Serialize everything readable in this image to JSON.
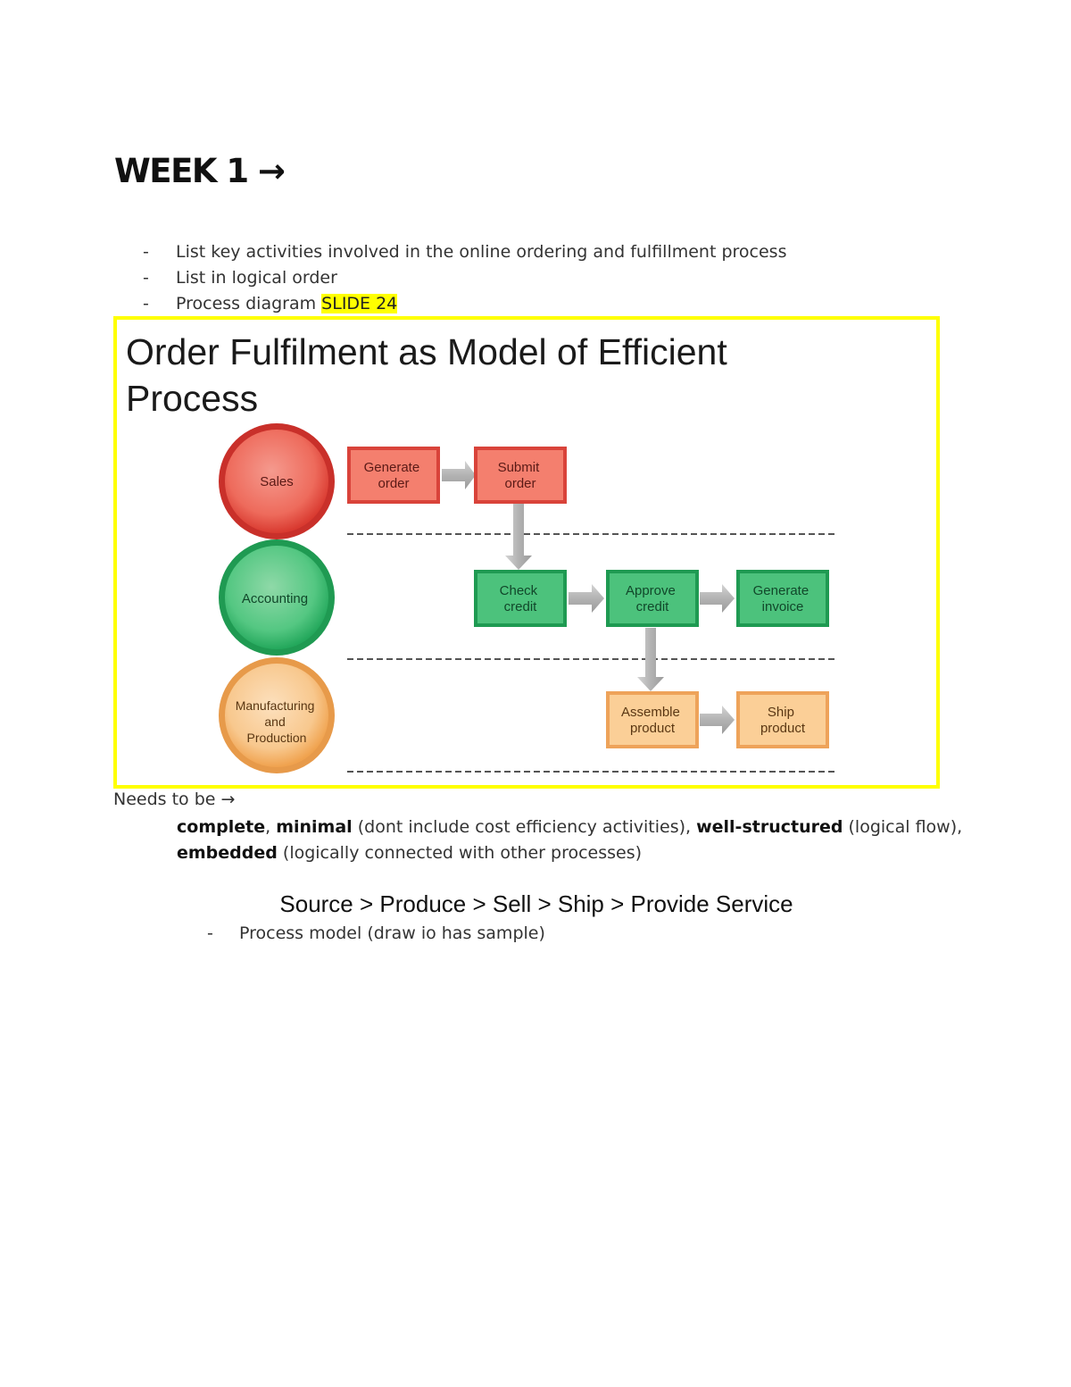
{
  "heading": "WEEK 1 →",
  "bullets": [
    "List key activities involved in the online ordering and fulfillment process",
    "List in logical order",
    "Process diagram"
  ],
  "bullet_dash": "-",
  "slide_ref": "SLIDE 24",
  "slide": {
    "title": "Order Fulfilment as Model of Efficient Process",
    "lanes": {
      "sales": "Sales",
      "accounting": "Accounting",
      "manufacturing": [
        "Manufacturing",
        "and",
        "Production"
      ]
    },
    "steps": {
      "generate_order": [
        "Generate",
        "order"
      ],
      "submit_order": [
        "Submit",
        "order"
      ],
      "check_credit": [
        "Check",
        "credit"
      ],
      "approve_credit": [
        "Approve",
        "credit"
      ],
      "generate_invoice": [
        "Generate",
        "invoice"
      ],
      "assemble_product": [
        "Assemble",
        "product"
      ],
      "ship_product": [
        "Ship",
        "product"
      ]
    },
    "colors": {
      "sales": "#e8413a",
      "accounting": "#2ebd6b",
      "manufacturing": "#f7b366",
      "border": "#ffff00"
    }
  },
  "needs": {
    "label": "Needs to be →",
    "complete": "complete",
    "sep1": ",",
    "minimal": "minimal",
    "minimal_note": "(dont include cost efficiency activities),",
    "well_structured": "well-structured",
    "well_structured_note": "(logical flow),",
    "embedded": "embedded",
    "embedded_note": "(logically connected with other processes)"
  },
  "flow": "Source > Produce > Sell > Ship > Provide Service",
  "sub_bullet": "Process model (draw io has sample)"
}
